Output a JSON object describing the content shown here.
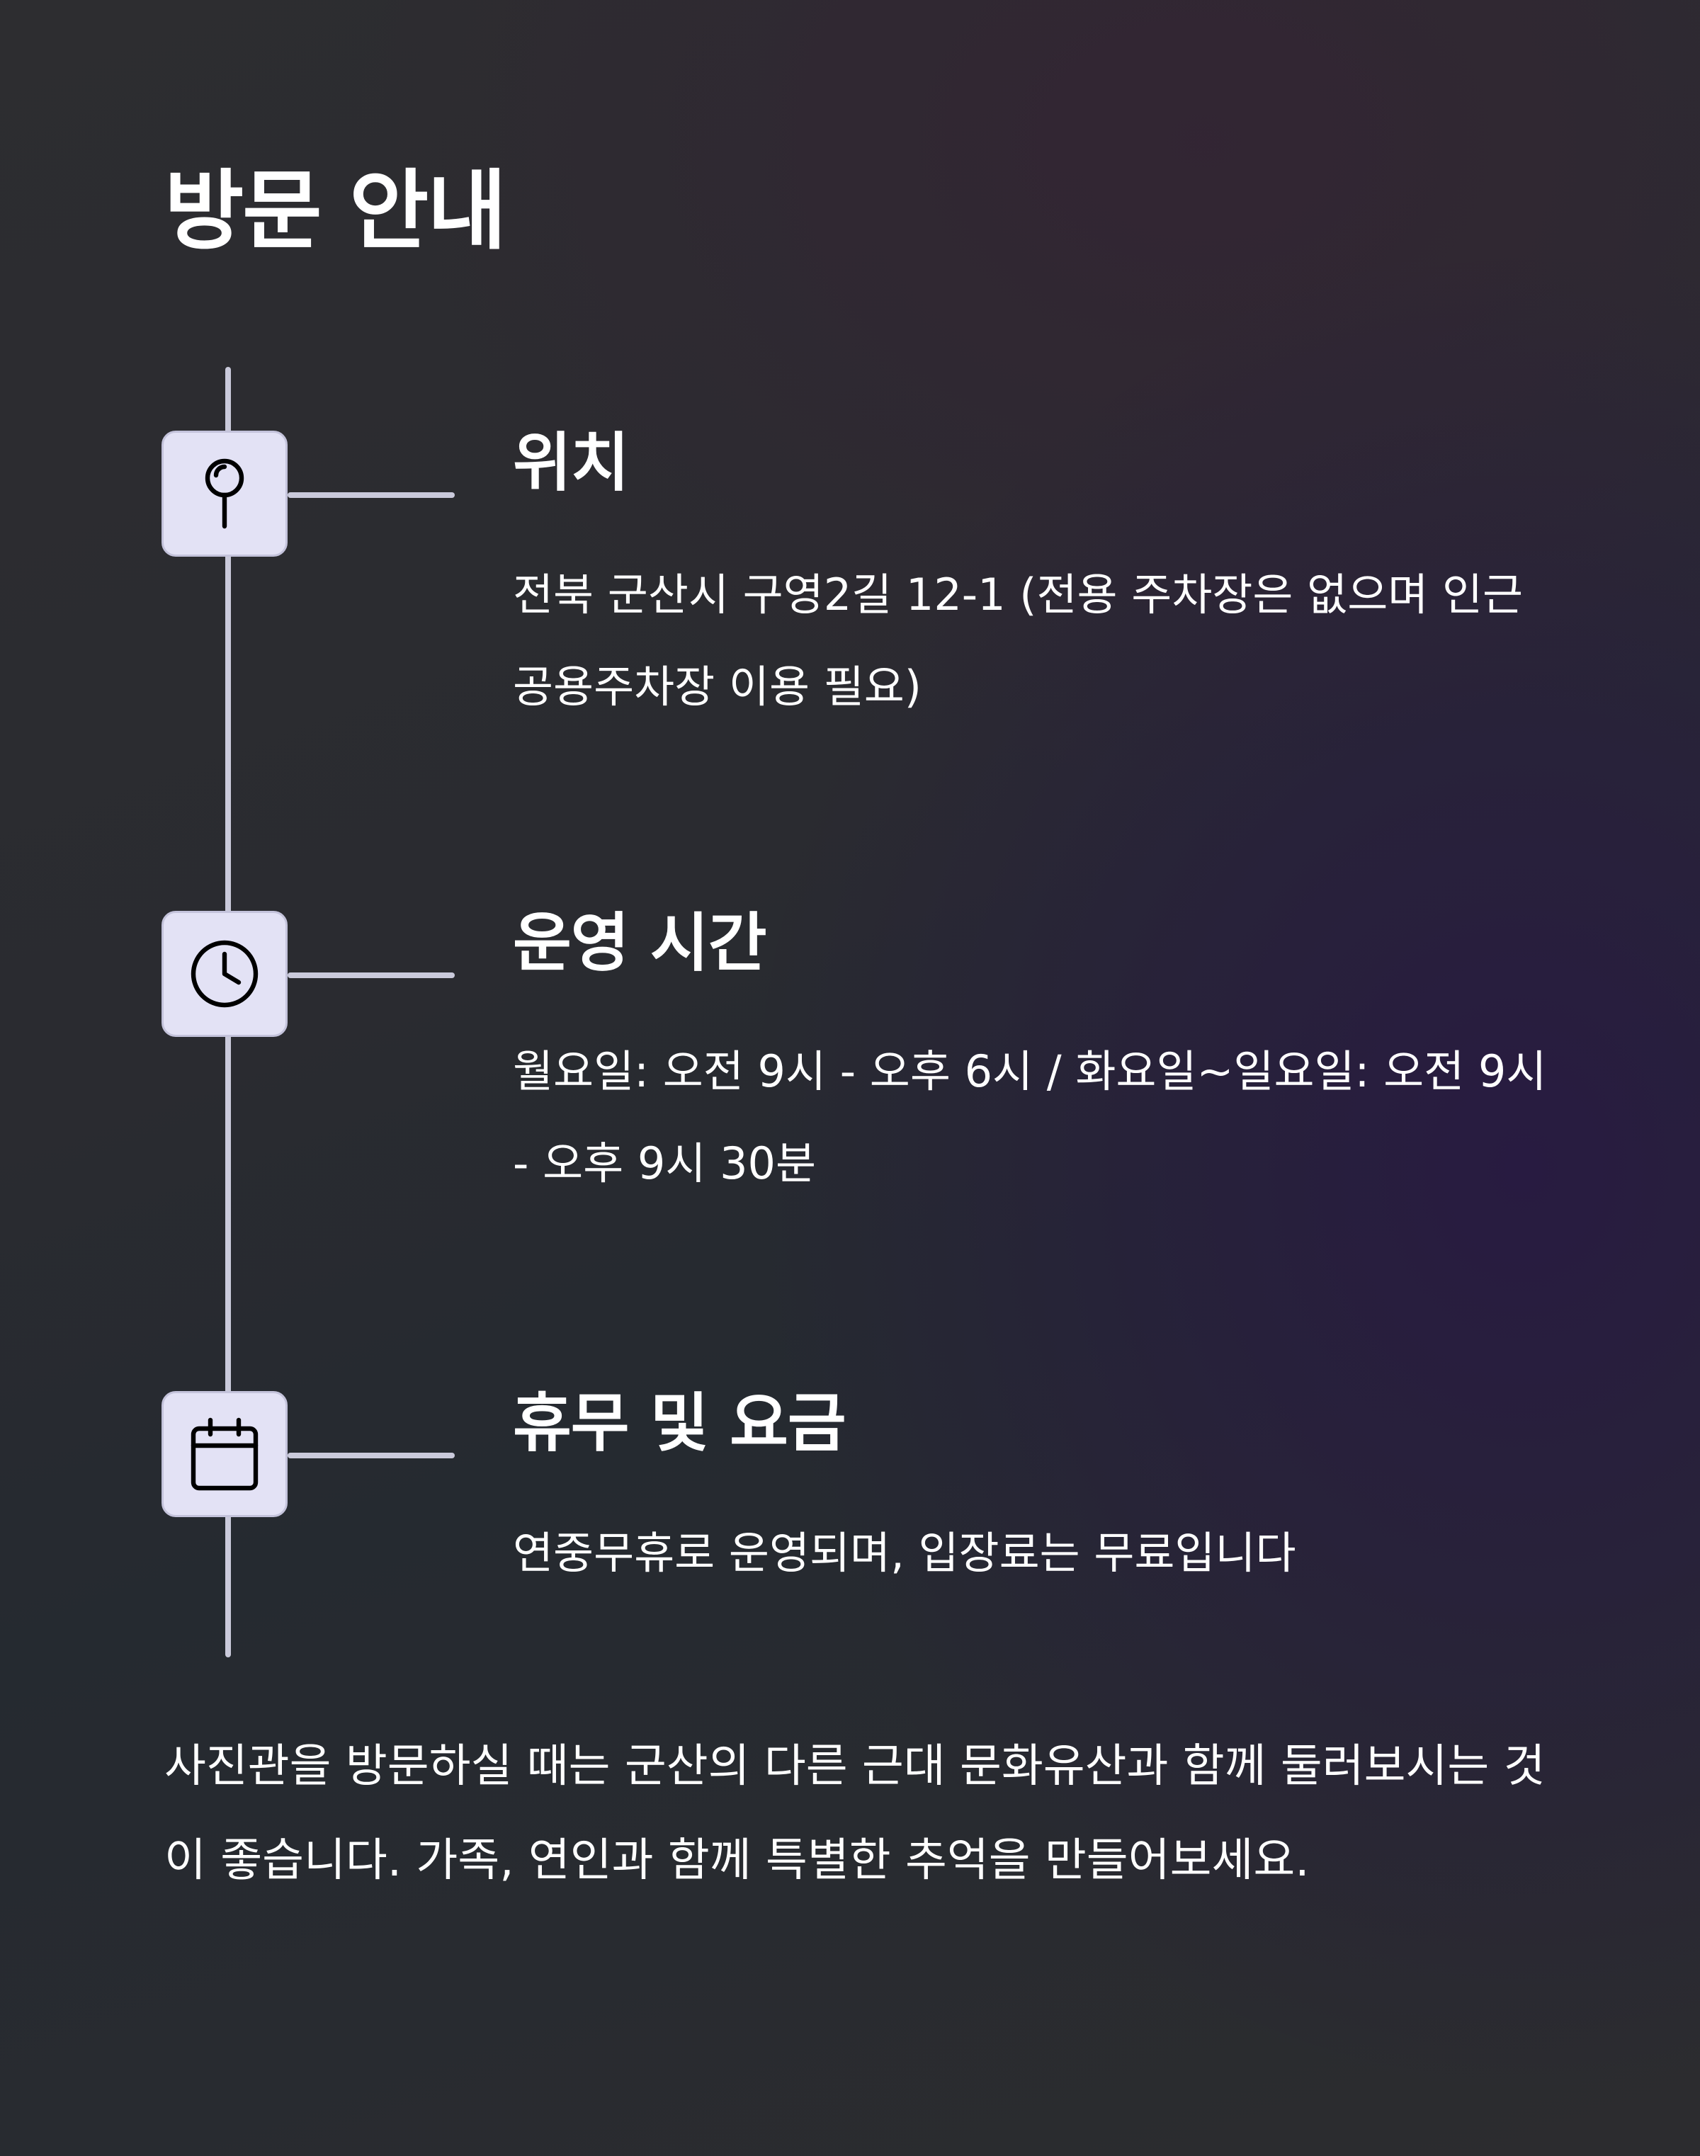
{
  "page": {
    "title": "방문 안내"
  },
  "sections": [
    {
      "icon": "map-pin-icon",
      "heading": "위치",
      "body": "전북 군산시 구영2길 12-1 (전용 주차장은 없으며 인근 공용주차장 이용 필요)"
    },
    {
      "icon": "clock-icon",
      "heading": "운영 시간",
      "body": "월요일: 오전 9시 - 오후 6시 / 화요일~일요일: 오전 9시 - 오후 9시 30분"
    },
    {
      "icon": "calendar-icon",
      "heading": "휴무 및 요금",
      "body": "연중무휴로 운영되며, 입장료는 무료입니다"
    }
  ],
  "footer": {
    "text": "사진관을 방문하실 때는 군산의 다른 근대 문화유산과 함께 둘러보시는 것이 좋습니다. 가족, 연인과 함께 특별한 추억을 만들어보세요."
  },
  "colors": {
    "icon_box_bg": "#e3e2f5",
    "timeline": "#cacadb",
    "text": "#ffffff"
  }
}
